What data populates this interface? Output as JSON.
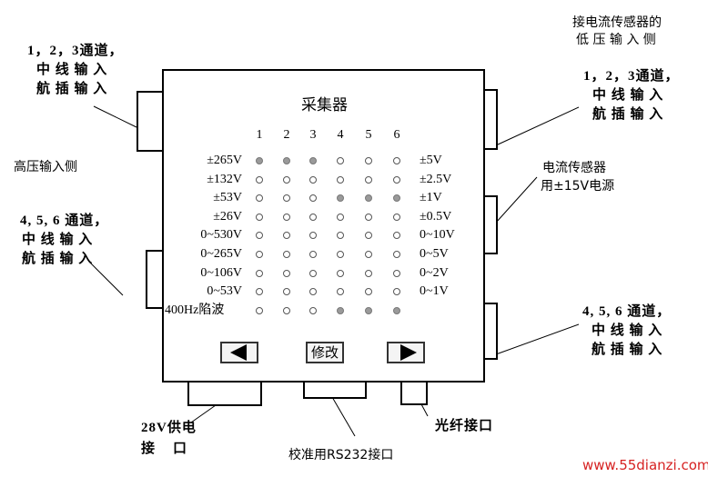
{
  "panel": {
    "title": "采集器",
    "columns": [
      "1",
      "2",
      "3",
      "4",
      "5",
      "6"
    ],
    "left_labels": [
      "±265V",
      "±132V",
      "±53V",
      "±26V",
      "0~530V",
      "0~265V",
      "0~106V",
      "0~53V",
      "400Hz陷波"
    ],
    "right_labels": [
      "±5V",
      "±2.5V",
      "±1V",
      "±0.5V",
      "0~10V",
      "0~5V",
      "0~2V",
      "0~1V"
    ],
    "lit": [
      [
        0,
        0
      ],
      [
        0,
        1
      ],
      [
        0,
        2
      ],
      [
        2,
        3
      ],
      [
        2,
        4
      ],
      [
        2,
        5
      ],
      [
        8,
        3
      ],
      [
        8,
        4
      ],
      [
        8,
        5
      ]
    ],
    "buttons": {
      "prev_icon": "left-triangle",
      "edit_label": "修改",
      "next_icon": "right-triangle"
    }
  },
  "annotations": {
    "top_right_line1": "接电流传感器的",
    "top_right_line2": "低 压 输 入 侧",
    "left_top": [
      "1，2，3通道，",
      "中 线 输 入",
      "航 插 输 入"
    ],
    "left_mid": "高压输入侧",
    "left_bottom": [
      "4, 5, 6 通道，",
      "中 线 输 入",
      "航 插 输 入"
    ],
    "right_top": [
      "1，2，3通道，",
      "中 线 输 入",
      "航 插 输 入"
    ],
    "right_mid": [
      "电流传感器",
      "用±15V电源"
    ],
    "right_bottom": [
      "4, 5, 6 通道，",
      "中 线 输 入",
      "航 插 输 入"
    ],
    "bottom_power": [
      "28V供电",
      "接    口"
    ],
    "bottom_rs232": "校准用RS232接口",
    "bottom_fiber": "光纤接口"
  },
  "watermark": "www.55dianzi.com",
  "colors": {
    "lit_dot": "#9a9a9a",
    "watermark": "#d62222"
  }
}
